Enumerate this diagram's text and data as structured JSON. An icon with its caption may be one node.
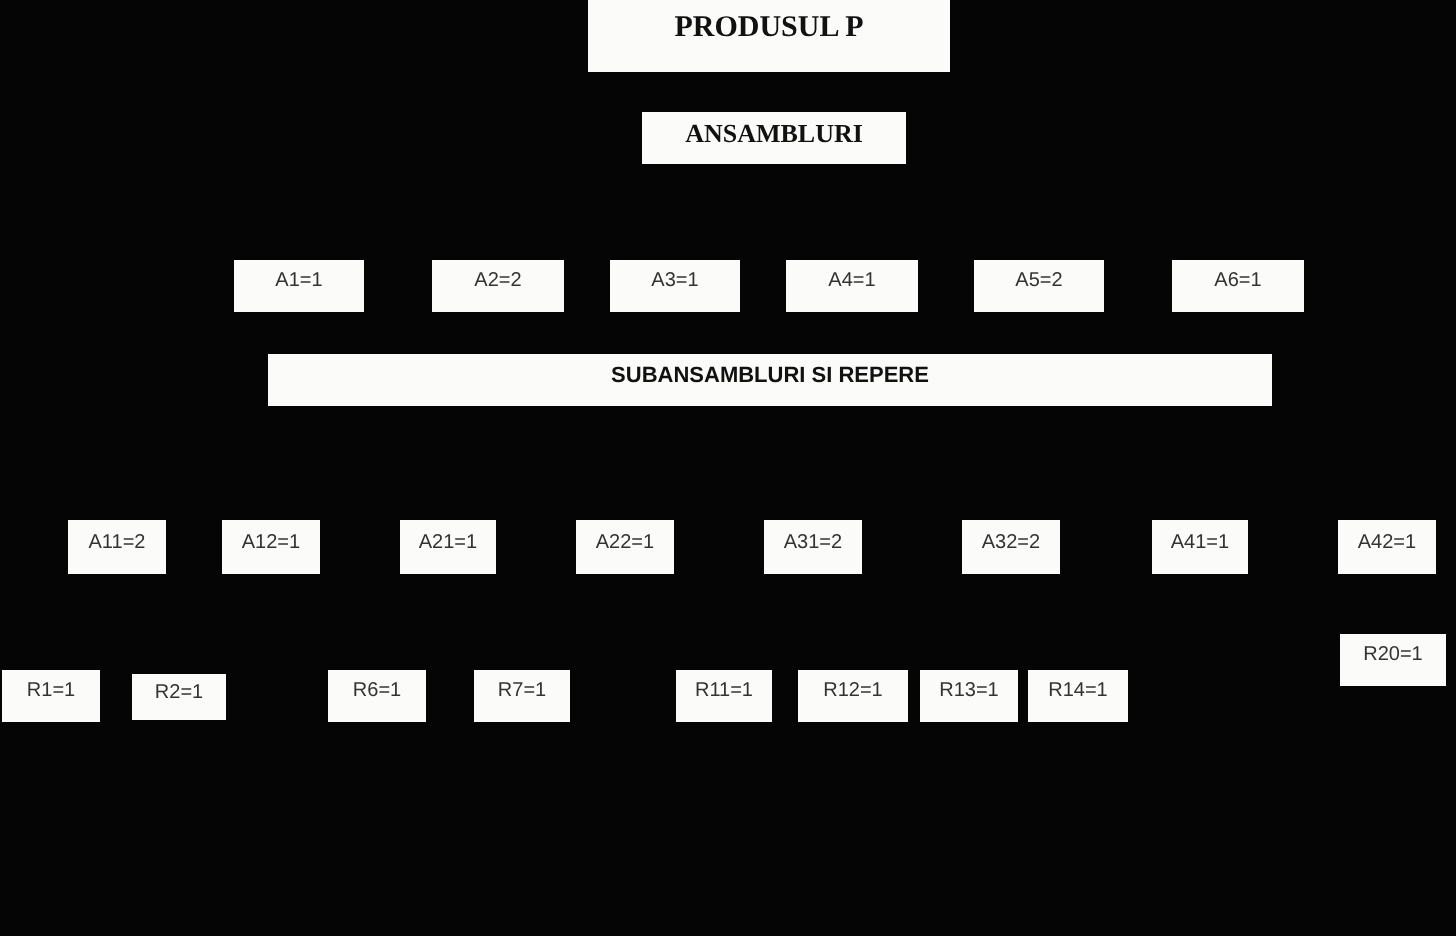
{
  "diagram": {
    "nodes": [
      {
        "text": [
          "PRODUSUL P"
        ]
      },
      {
        "text": [
          "ANSAMBLURI"
        ]
      },
      {
        "text": [
          "A1=1"
        ]
      },
      {
        "text": [
          "A2=2"
        ]
      },
      {
        "text": [
          "A3=1"
        ]
      },
      {
        "text": [
          "A4=1"
        ]
      },
      {
        "text": [
          "A5=2"
        ]
      },
      {
        "text": [
          "A6=1"
        ]
      },
      {
        "text": [
          "SUBANSAMBLURI SI REPERE"
        ]
      },
      {
        "text": [
          "A11=2"
        ]
      },
      {
        "text": [
          "A12=1"
        ]
      },
      {
        "text": [
          "A21=1"
        ]
      },
      {
        "text": [
          "A22=1"
        ]
      },
      {
        "text": [
          "A31=2"
        ]
      },
      {
        "text": [
          "A32=2"
        ]
      },
      {
        "text": [
          "A41=1"
        ]
      },
      {
        "text": [
          "A42=1"
        ]
      },
      {
        "text": [
          "R20=1"
        ]
      },
      {
        "text": [
          "R1=1"
        ]
      },
      {
        "text": [
          "R2=1"
        ]
      },
      {
        "text": [
          "R6=1"
        ]
      },
      {
        "text": [
          "R7=1"
        ]
      },
      {
        "text": [
          "R11=1"
        ]
      },
      {
        "text": [
          "R12=1"
        ]
      },
      {
        "text": [
          "R13=1"
        ]
      },
      {
        "text": [
          "R14=1"
        ]
      }
    ]
  }
}
